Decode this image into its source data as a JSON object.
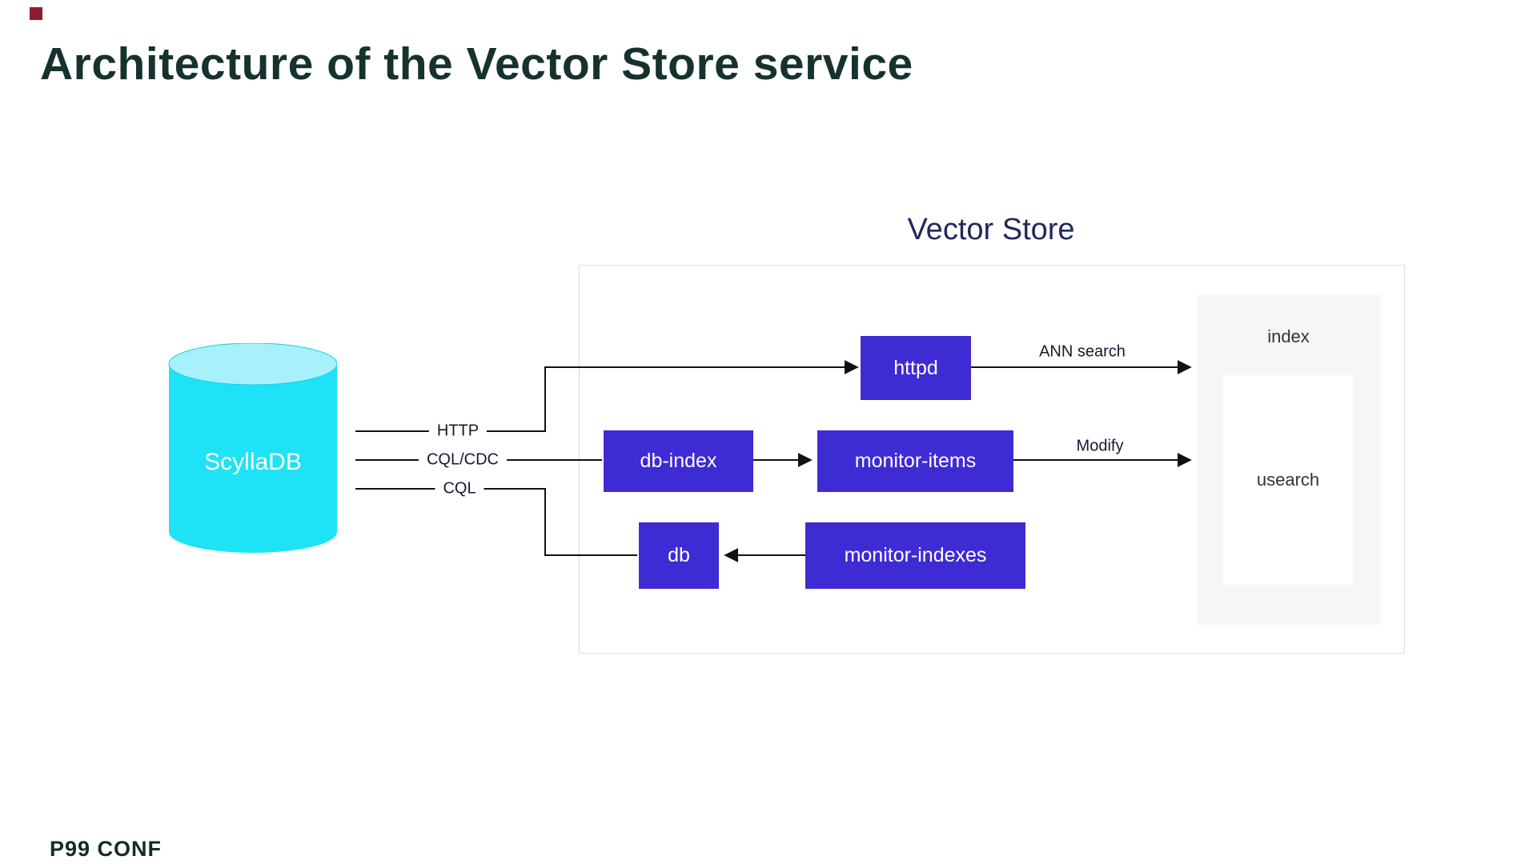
{
  "slide": {
    "title": "Architecture of the Vector Store service",
    "footer_logo": "P99 CONF"
  },
  "diagram": {
    "database": {
      "label": "ScyllaDB"
    },
    "container_title": "Vector Store",
    "nodes": {
      "httpd": {
        "label": "httpd"
      },
      "db_index": {
        "label": "db-index"
      },
      "monitor_items": {
        "label": "monitor-items"
      },
      "db": {
        "label": "db"
      },
      "monitor_indexes": {
        "label": "monitor-indexes"
      }
    },
    "index_panel": {
      "title": "index",
      "engine": "usearch"
    },
    "edge_labels": {
      "http": "HTTP",
      "cql_cdc": "CQL/CDC",
      "cql": "CQL",
      "ann_search": "ANN search",
      "modify": "Modify"
    },
    "colors": {
      "node_fill": "#3e2bd3",
      "database_fill": "#1ee3f6",
      "database_top": "#a6f1fb",
      "container_border": "#dcdcdc",
      "panel_fill": "#f6f6f6",
      "wire_color": "#111111",
      "title_color": "#16322e",
      "container_title_color": "#20295c",
      "accent_red": "#8c1d2f"
    }
  }
}
